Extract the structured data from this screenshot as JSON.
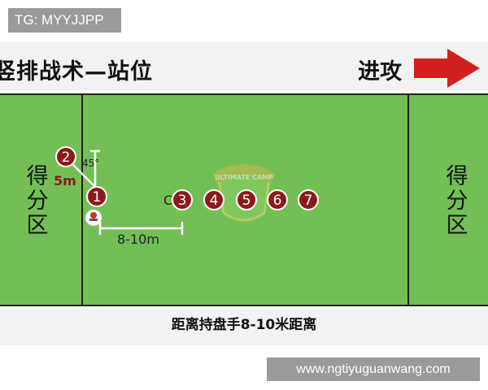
{
  "watermark_top": "TG: MYYJJPP",
  "title": "竖排战术—站位",
  "attack_label": "进攻",
  "endzone_left": [
    "得",
    "分",
    "区"
  ],
  "endzone_right": [
    "得",
    "分",
    "区"
  ],
  "angle_label": "45°",
  "distance_5m": "5m",
  "distance_8_10m": "8-10m",
  "players": [
    "1",
    "2",
    "3",
    "4",
    "5",
    "6",
    "7"
  ],
  "logo_text": "ULTIMATE CAMP",
  "caption": "距离持盘手8-10米距离",
  "watermark_bottom": "www.ngtiyuguanwang.com",
  "colors": {
    "field": "#73bf55",
    "player": "#8b1a1a",
    "arrow": "#d21f1f",
    "label": "#8b1a1a"
  }
}
